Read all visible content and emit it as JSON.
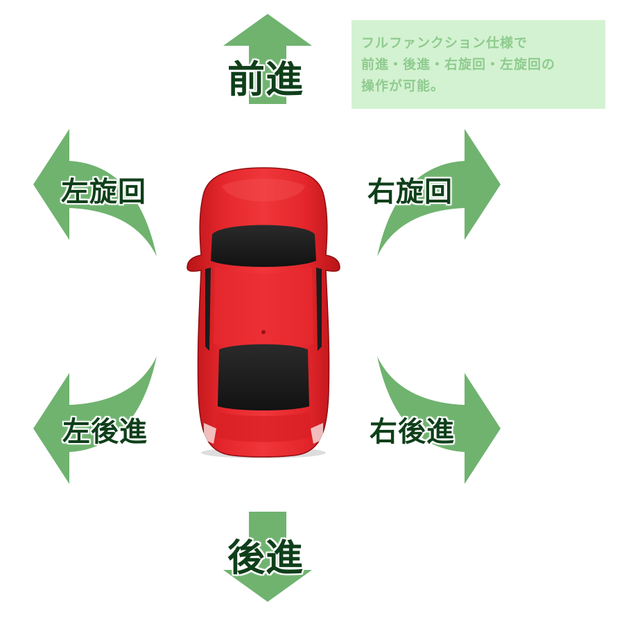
{
  "info_box": {
    "lines": [
      "フルファンクション仕様で",
      "前進・後進・右旋回・左旋回の",
      "操作が可能。"
    ]
  },
  "directions": {
    "forward": "前進",
    "backward": "後進",
    "left_turn": "左旋回",
    "right_turn": "右旋回",
    "left_back": "左後進",
    "right_back": "右後進"
  },
  "colors": {
    "arrow_green": "#6fb36f",
    "label_dark_green": "#0f3f1a",
    "info_bg": "#d3f2d1",
    "info_text": "#8fcb8f",
    "car_red": "#e3262b"
  },
  "icons": {
    "car": "red-car-top-view-icon",
    "arrow": "direction-arrow-icon"
  }
}
